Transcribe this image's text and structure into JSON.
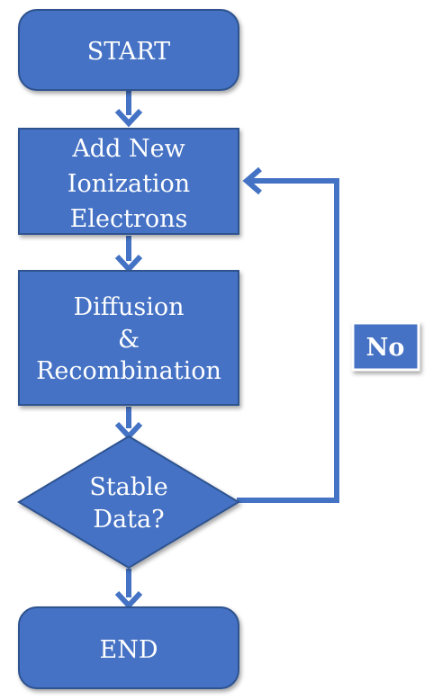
{
  "diagram": {
    "nodes": {
      "start": {
        "label": "START"
      },
      "add_electrons": {
        "lines": [
          "Add New",
          "Ionization",
          "Electrons"
        ]
      },
      "diffusion": {
        "lines": [
          "Diffusion",
          "&",
          "Recombination"
        ]
      },
      "decision": {
        "lines": [
          "Stable",
          "Data?"
        ]
      },
      "end": {
        "label": "END"
      }
    },
    "edge_labels": {
      "no": "No"
    },
    "colors": {
      "node_fill": "#4472c4",
      "node_stroke": "#2f528f",
      "arrow": "#4472c4",
      "text": "#ffffff"
    }
  }
}
